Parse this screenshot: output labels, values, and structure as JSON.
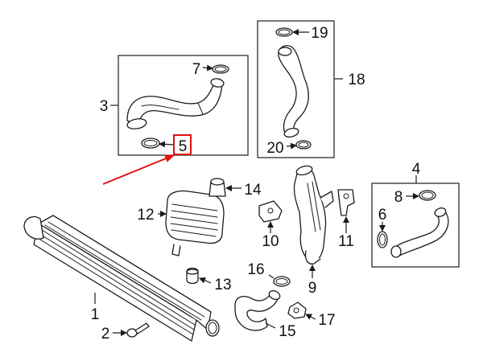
{
  "diagram": {
    "callouts": {
      "c1": "1",
      "c2": "2",
      "c3": "3",
      "c4": "4",
      "c5": "5",
      "c6": "6",
      "c7": "7",
      "c8": "8",
      "c9": "9",
      "c10": "10",
      "c11": "11",
      "c12": "12",
      "c13": "13",
      "c14": "14",
      "c15": "15",
      "c16": "16",
      "c17": "17",
      "c18": "18",
      "c19": "19",
      "c20": "20"
    },
    "highlight": {
      "target": "5",
      "color": "#e01010"
    },
    "line_color": "#1b1b1b"
  }
}
